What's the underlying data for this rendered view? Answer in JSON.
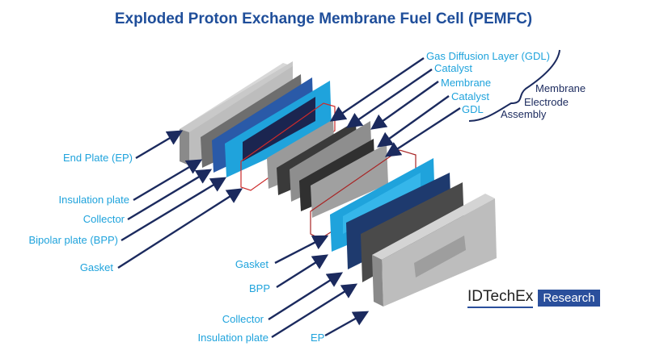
{
  "title": "Exploded Proton Exchange Membrane Fuel Cell (PEMFC)",
  "labels_left": [
    {
      "id": "end-plate",
      "text": "End Plate (EP)"
    },
    {
      "id": "insulation-plate",
      "text": "Insulation plate"
    },
    {
      "id": "collector",
      "text": "Collector"
    },
    {
      "id": "bipolar-plate",
      "text": "Bipolar plate (BPP)"
    },
    {
      "id": "gasket",
      "text": "Gasket"
    }
  ],
  "labels_right_top": [
    {
      "id": "gdl-1",
      "text": "Gas Diffusion Layer (GDL)"
    },
    {
      "id": "catalyst-1",
      "text": "Catalyst"
    },
    {
      "id": "membrane",
      "text": "Membrane"
    },
    {
      "id": "catalyst-2",
      "text": "Catalyst"
    },
    {
      "id": "gdl-2",
      "text": "GDL"
    }
  ],
  "mea_group": {
    "line1": "Membrane",
    "line2": "Electrode",
    "line3": "Assembly"
  },
  "labels_bottom": [
    {
      "id": "gasket-2",
      "text": "Gasket"
    },
    {
      "id": "bpp-2",
      "text": "BPP"
    },
    {
      "id": "collector-2",
      "text": "Collector"
    },
    {
      "id": "insulation-plate-2",
      "text": "Insulation plate"
    },
    {
      "id": "ep-2",
      "text": "EP"
    }
  ],
  "logo": {
    "brand": "IDTechEx",
    "tag": "Research"
  },
  "colors": {
    "title": "#1f4e9a",
    "label": "#1fa3dc",
    "arrow": "#1b2a5e",
    "gasket": "#cc2a2a",
    "bpp": "#1fa3dc",
    "collector": "#2a4f9c"
  }
}
